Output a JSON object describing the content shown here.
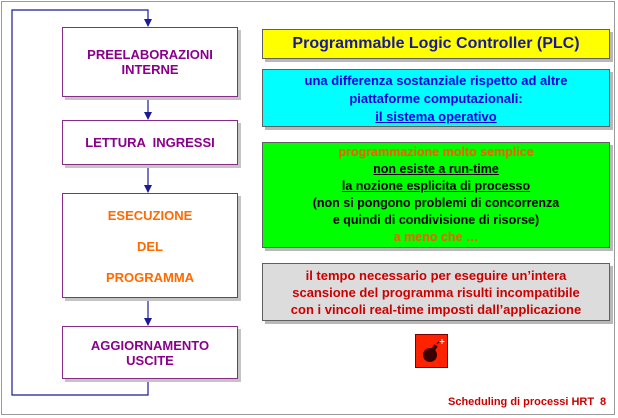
{
  "flowchart": {
    "steps": [
      {
        "lines": [
          "PREELABORAZIONI",
          "INTERNE"
        ]
      },
      {
        "lines": [
          "LETTURA  INGRESSI"
        ]
      },
      {
        "lines": [
          "ESECUZIONE",
          "DEL",
          "PROGRAMMA"
        ]
      },
      {
        "lines": [
          "AGGIORNAMENTO",
          "USCITE"
        ]
      }
    ]
  },
  "title": "Programmable Logic Controller (PLC)",
  "cyan_box": {
    "lines": [
      "una differenza sostanziale rispetto ad altre",
      "piattaforme computazionali:",
      "il sistema operativo"
    ]
  },
  "green_box": {
    "lines": [
      "programmazione molto semplice",
      "non esiste a run-time",
      "la nozione esplicita di processo",
      "(non si pongono problemi di concorrenza",
      "e quindi di condivisione di risorse)",
      "a meno che …"
    ]
  },
  "grey_box": {
    "lines": [
      "il tempo necessario per eseguire un’intera",
      "scansione del programma risulti incompatibile",
      "con i vincoli real-time imposti dall’applicazione"
    ]
  },
  "icons": {
    "bomb": "bomb-icon"
  },
  "colors": {
    "flow_text": "#8a008a",
    "exec_text": "#ff6a00",
    "title_bg": "#ffff00",
    "title_text": "#1a1a99",
    "cyan_bg": "#00ffff",
    "cyan_text": "#0000dd",
    "green_bg": "#00ff00",
    "green_highlight": "#ff5500",
    "grey_bg": "#dcdcdc",
    "grey_text": "#cc0000",
    "bomb_bg": "#ff2200",
    "footer_text": "#cc0000"
  },
  "footer": {
    "title": "Scheduling di processi HRT",
    "page": "8"
  }
}
